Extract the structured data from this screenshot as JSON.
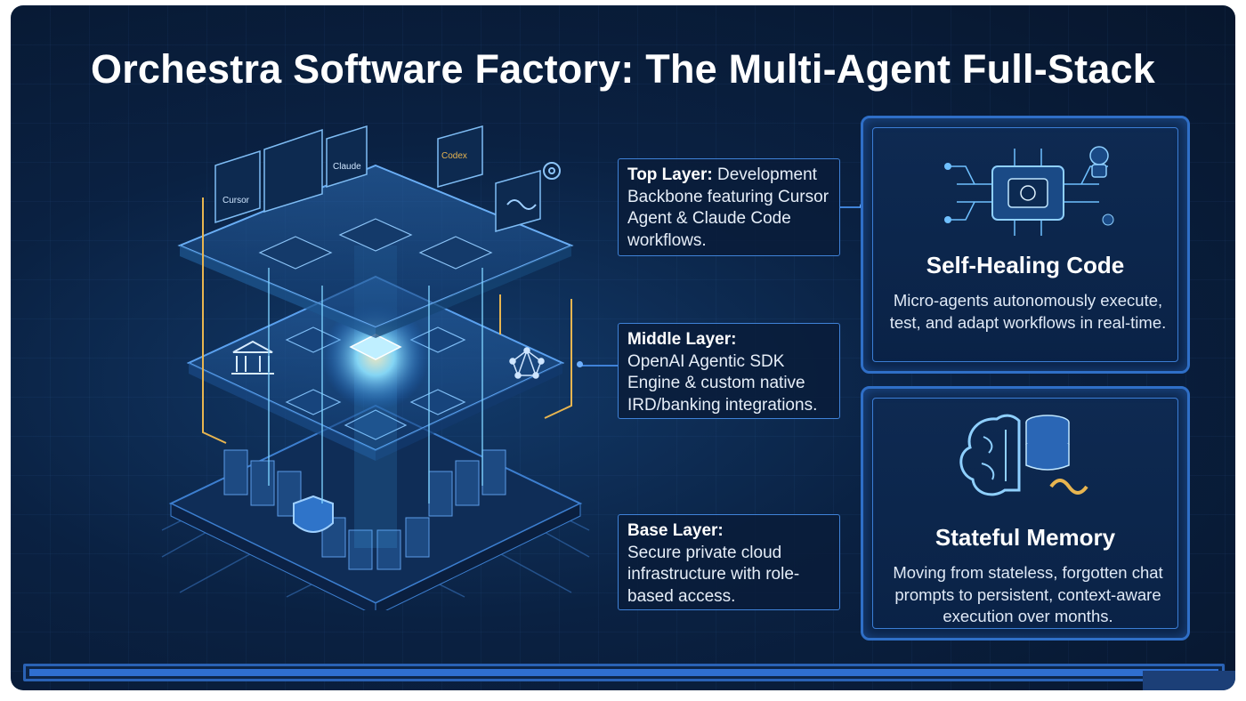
{
  "title": "Orchestra Software Factory: The Multi-Agent Full-Stack",
  "layers": [
    {
      "heading": "Top Layer:",
      "text": "Development Backbone featuring Cursor Agent & Claude Code workflows."
    },
    {
      "heading": "Middle Layer:",
      "text": "OpenAI Agentic SDK Engine & custom native IRD/banking integrations."
    },
    {
      "heading": "Base Layer:",
      "text": "Secure private cloud infrastructure with role-based access."
    }
  ],
  "panels": [
    {
      "title": "Self-Healing Code",
      "text": "Micro-agents autonomously execute, test, and adapt workflows in real-time.",
      "icon": "chip-robot-icon"
    },
    {
      "title": "Stateful Memory",
      "text": "Moving from stateless, forgotten chat prompts to persistent, context-aware execution over months.",
      "icon": "brain-database-infinity-icon"
    }
  ],
  "illustration_labels": {
    "cursor": "Cursor",
    "claude": "Claude",
    "codex": "Codex"
  },
  "colors": {
    "background": "#0a2142",
    "accent": "#3f82d8",
    "glow": "#6fd0ff",
    "gold": "#e8b550"
  }
}
